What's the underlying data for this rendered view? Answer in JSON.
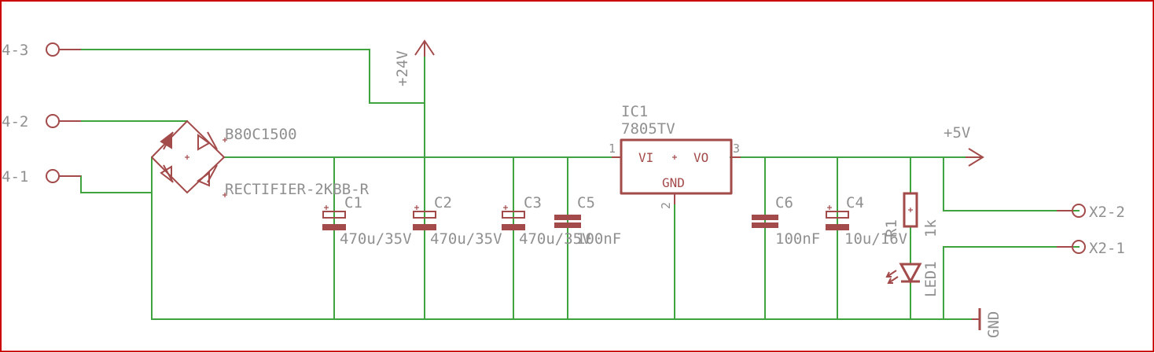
{
  "connectors": {
    "j4_3": "4-3",
    "j4_2": "4-2",
    "j4_1": "4-1",
    "x2_2": "X2-2",
    "x2_1": "X2-1"
  },
  "supplies": {
    "v24": "+24V",
    "v5": "+5V",
    "gnd": "GND"
  },
  "rectifier": {
    "name": "B80C1500",
    "value": "RECTIFIER-2KBB-R"
  },
  "regulator": {
    "name": "IC1",
    "value": "7805TV",
    "pin_vi": "VI",
    "pin_vo": "VO",
    "pin_gnd": "GND",
    "pin1": "1",
    "pin2": "2",
    "pin3": "3"
  },
  "capacitors": {
    "c1": {
      "name": "C1",
      "value": "470u/35V"
    },
    "c2": {
      "name": "C2",
      "value": "470u/35V"
    },
    "c3": {
      "name": "C3",
      "value": "470u/35V"
    },
    "c5": {
      "name": "C5",
      "value": "100nF"
    },
    "c6": {
      "name": "C6",
      "value": "100nF"
    },
    "c4": {
      "name": "C4",
      "value": "10u/16V"
    }
  },
  "resistor": {
    "name": "R1",
    "value": "1k"
  },
  "led": {
    "name": "LED1"
  },
  "colors": {
    "wire": "#3fa33f",
    "symbol": "#a34a4a",
    "label": "#909090",
    "frame": "#cc0000",
    "background": "#ffffff"
  }
}
